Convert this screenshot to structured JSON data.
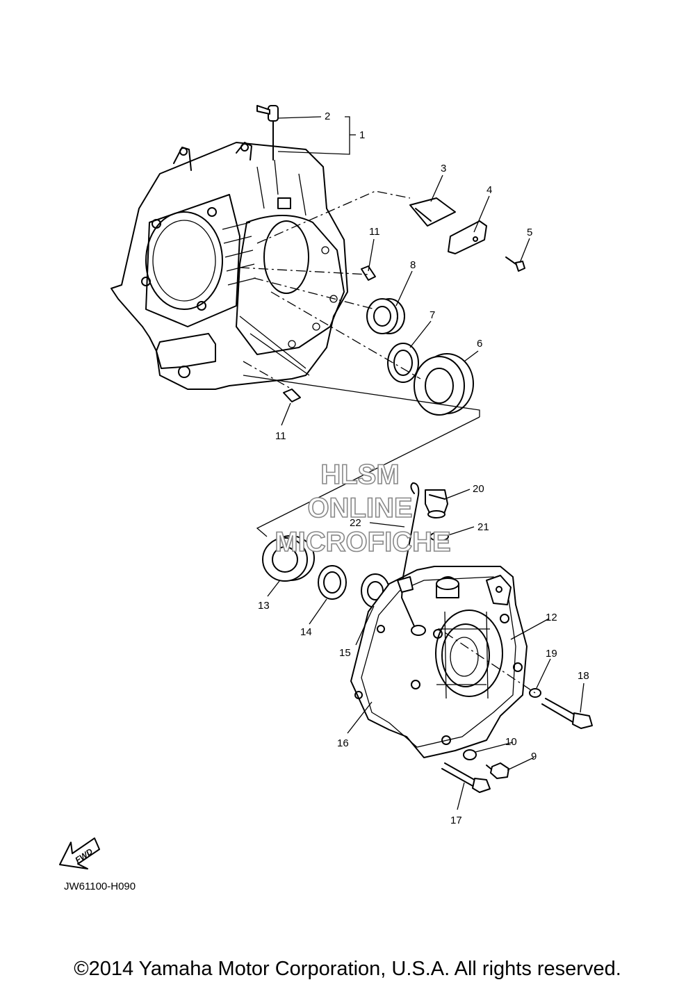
{
  "callouts": {
    "c1": "1",
    "c2": "2",
    "c3": "3",
    "c4": "4",
    "c5": "5",
    "c6": "6",
    "c7": "7",
    "c8": "8",
    "c9": "9",
    "c10": "10",
    "c11a": "11",
    "c11b": "11",
    "c12": "12",
    "c13": "13",
    "c14": "14",
    "c15": "15",
    "c16": "16",
    "c17": "17",
    "c18": "18",
    "c19": "19",
    "c20": "20",
    "c21": "21",
    "c22": "22"
  },
  "watermark": {
    "line1": "HLSM",
    "line2": "ONLINE",
    "line3": "MICROFICHE"
  },
  "fwd_label": "FWD",
  "diagram_code": "JW61100-H090",
  "copyright": "©2014 Yamaha Motor Corporation, U.S.A. All rights reserved."
}
